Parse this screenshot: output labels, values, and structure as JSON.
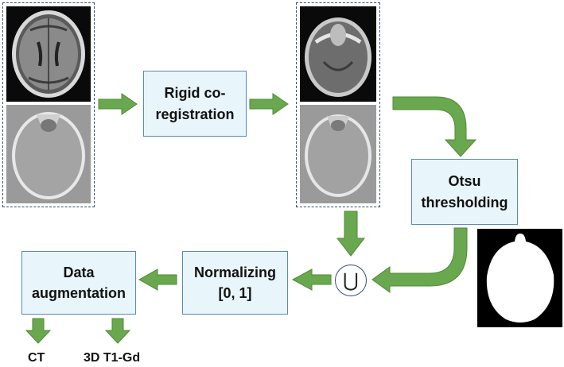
{
  "colors": {
    "arrow": "#6aa84f",
    "arrow_edge": "#4e8a36",
    "box_fill": "#e8f6fb",
    "box_border": "#5b88b8",
    "dashed_border": "#3a4e78"
  },
  "steps": {
    "rigid_coregistration": "Rigid co-\nregistration",
    "otsu_thresholding": "Otsu\nthresholding",
    "normalizing": "Normalizing\n[0, 1]",
    "data_augmentation": "Data\naugmentation"
  },
  "union_symbol": "⋃",
  "outputs": {
    "ct": "CT",
    "t1gd": "3D T1-Gd"
  }
}
